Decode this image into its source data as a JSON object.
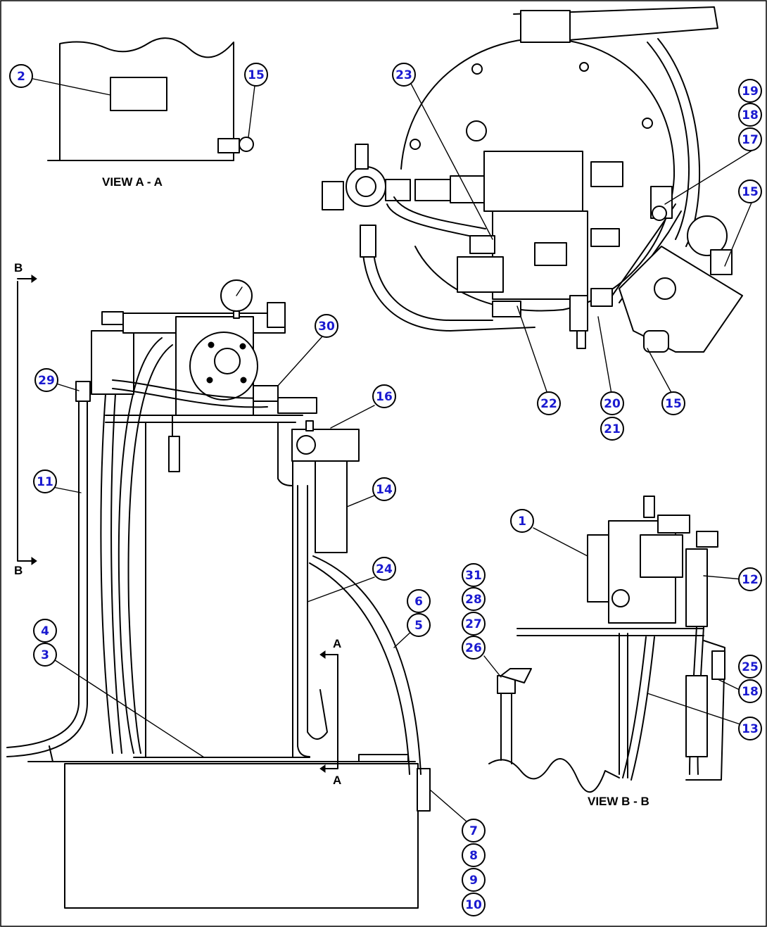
{
  "views": {
    "a": "VIEW A - A",
    "b": "VIEW B - B"
  },
  "markers": {
    "a": "A",
    "b": "B"
  },
  "callouts": {
    "c1": "1",
    "c2": "2",
    "c3": "3",
    "c4": "4",
    "c5": "5",
    "c6": "6",
    "c7": "7",
    "c8": "8",
    "c9": "9",
    "c10": "10",
    "c11": "11",
    "c12": "12",
    "c13": "13",
    "c14": "14",
    "c15": "15",
    "c16": "16",
    "c17": "17",
    "c18": "18",
    "c19": "19",
    "c20": "20",
    "c21": "21",
    "c22": "22",
    "c23": "23",
    "c24": "24",
    "c25": "25",
    "c26": "26",
    "c27": "27",
    "c28": "28",
    "c29": "29",
    "c30": "30",
    "c31": "31"
  },
  "colors": {
    "callout_text": "#1a1ad0",
    "line": "#000000",
    "background": "#ffffff"
  }
}
